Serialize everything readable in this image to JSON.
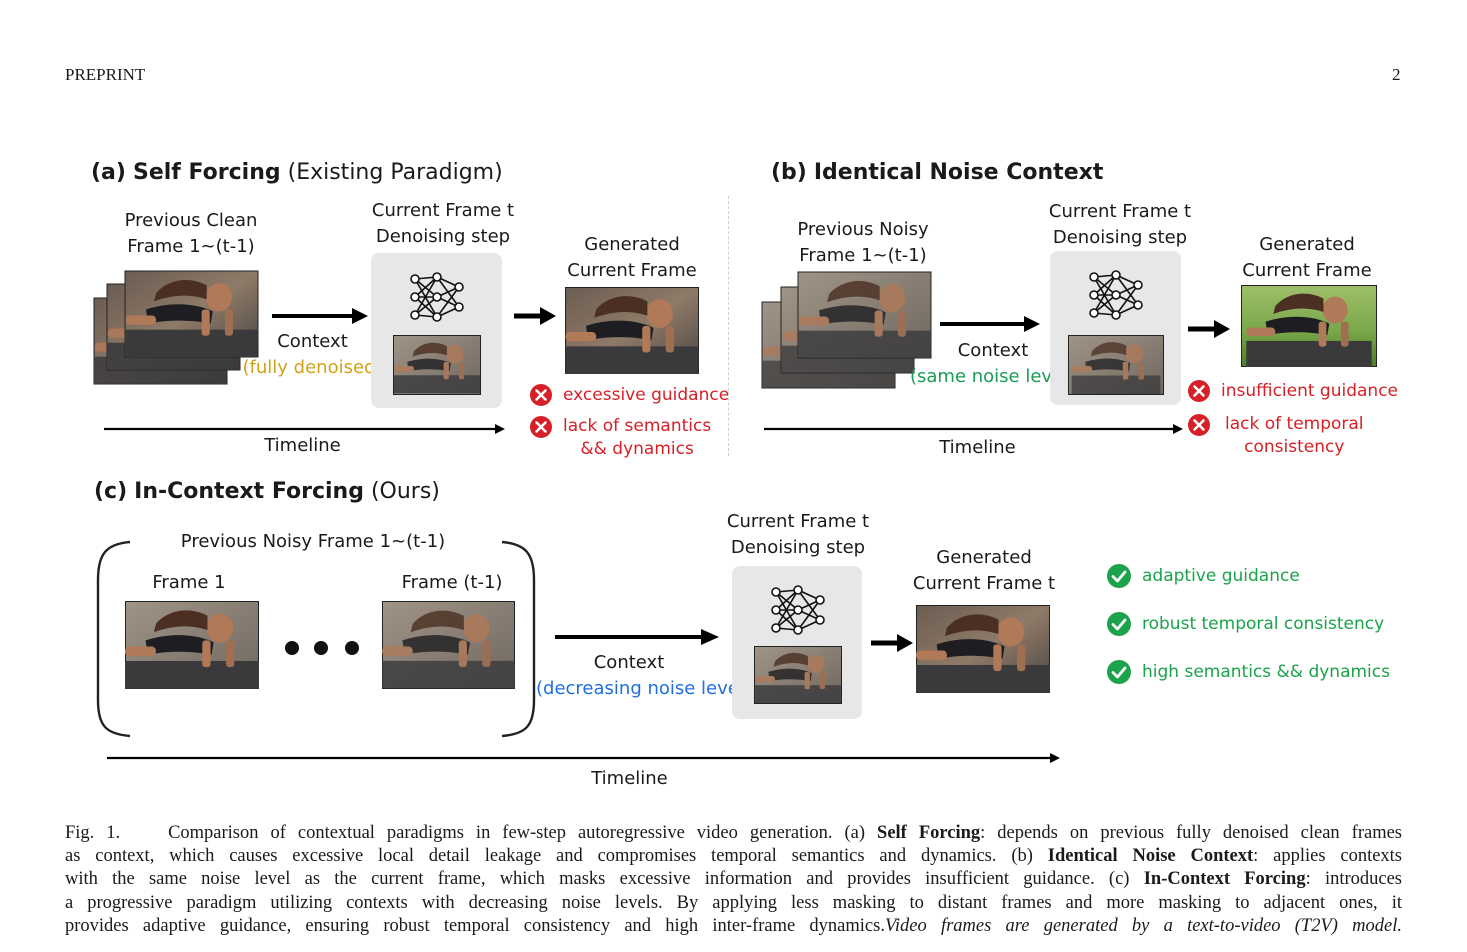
{
  "header": {
    "left": "PREPRINT",
    "page_number": "2"
  },
  "panel_a": {
    "tag": "(a)",
    "title_bold": "Self Forcing",
    "title_rest": "(Existing Paradigm)",
    "prev_label_1": "Previous Clean",
    "prev_label_2": "Frame 1~(t-1)",
    "current_label_1": "Current Frame t",
    "current_label_2": "Denoising step",
    "generated_label_1": "Generated",
    "generated_label_2": "Current Frame",
    "context_label": "Context",
    "context_note": "(fully denoised)",
    "timeline": "Timeline",
    "issue_1": "excessive guidance",
    "issue_2_line1": "lack of semantics",
    "issue_2_line2": "&& dynamics"
  },
  "panel_b": {
    "tag": "(b)",
    "title_bold": "Identical Noise Context",
    "prev_label_1": "Previous Noisy",
    "prev_label_2": "Frame 1~(t-1)",
    "current_label_1": "Current Frame t",
    "current_label_2": "Denoising step",
    "generated_label_1": "Generated",
    "generated_label_2": "Current Frame",
    "context_label": "Context",
    "context_note": "(same noise level)",
    "timeline": "Timeline",
    "issue_1": "insufficient guidance",
    "issue_2_line1": "lack of temporal",
    "issue_2_line2": "consistency"
  },
  "panel_c": {
    "tag": "(c)",
    "title_bold": "In-Context Forcing",
    "title_rest": "(Ours)",
    "group_label": "Previous Noisy Frame 1~(t-1)",
    "frame_first": "Frame 1",
    "frame_last": "Frame (t-1)",
    "current_label_1": "Current Frame t",
    "current_label_2": "Denoising step",
    "generated_label_1": "Generated",
    "generated_label_2": "Current Frame t",
    "context_label": "Context",
    "context_note": "(decreasing noise level)",
    "timeline": "Timeline",
    "benefit_1": "adaptive guidance",
    "benefit_2": "robust temporal consistency",
    "benefit_3": "high semantics && dynamics"
  },
  "caption": {
    "fig": "Fig. 1.",
    "l1_a": "Comparison of contextual paradigms in few-step autoregressive video generation. (a)",
    "l1_b": "Self Forcing",
    "l1_c": ": depends on previous fully denoised clean frames",
    "l2_a": "as context, which causes excessive local detail leakage and compromises temporal semantics and dynamics. (b)",
    "l2_b": "Identical Noise Context",
    "l2_c": ": applies contexts",
    "l3_a": "with the same noise level as the current frame, which masks excessive information and provides insufficient guidance. (c)",
    "l3_b": "In-Context Forcing",
    "l3_c": ": introduces",
    "l4": "a progressive paradigm utilizing contexts with decreasing noise levels. By applying less masking to distant frames and more masking to adjacent ones, it",
    "l5_a": "provides adaptive guidance, ensuring robust temporal consistency and high inter-frame dynamics.",
    "l5_b": "Video frames are generated by a text-to-video (T2V) model."
  },
  "colors": {
    "error_red": "#d61f26",
    "success_green": "#1aa34a",
    "context_gold": "#d4a21a",
    "context_teal": "#1a9c55",
    "context_blue": "#1f6fe0",
    "box_gray": "#e7e7e7"
  },
  "icons": [
    "neural-network-icon",
    "error-x-icon",
    "check-icon",
    "arrow-right-icon",
    "ellipsis-dots-icon"
  ]
}
